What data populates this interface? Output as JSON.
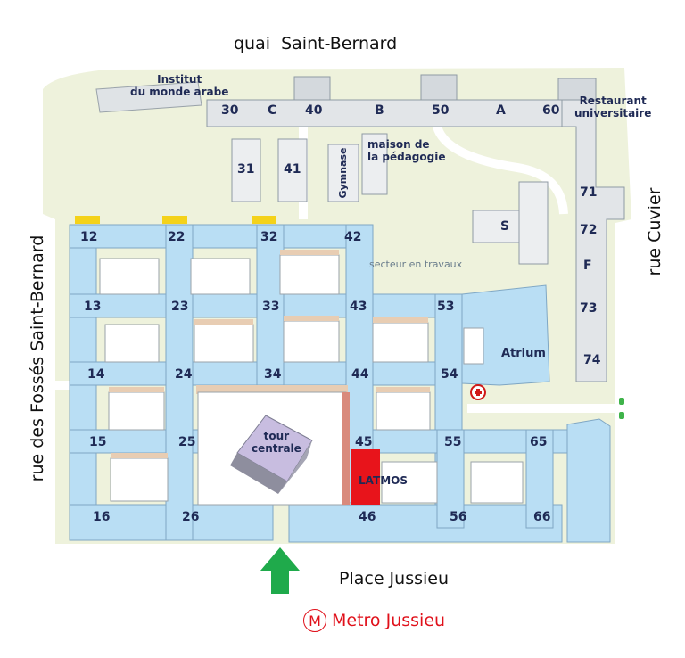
{
  "streets": {
    "north": "quai  Saint-Bernard",
    "west": "rue des Fossés Saint-Bernard",
    "east": "rue Cuvier"
  },
  "landmarks": {
    "institut": "Institut\ndu monde arabe",
    "restaurant": "Restaurant\nuniversitaire",
    "maison": "maison de\nla pédagogie",
    "gymnase": "Gymnase",
    "atrium": "Atrium",
    "tour": "tour\ncentrale",
    "latmos": "LATMOS",
    "travaux": "secteur en travaux",
    "s_building": "S"
  },
  "north_row_labels": [
    "30",
    "C",
    "40",
    "B",
    "50",
    "A",
    "60"
  ],
  "east_labels": [
    "71",
    "72",
    "F",
    "73",
    "74"
  ],
  "detached_labels": [
    "31",
    "41"
  ],
  "tower_labels": [
    "12",
    "22",
    "32",
    "42",
    "13",
    "23",
    "33",
    "43",
    "53",
    "14",
    "24",
    "34",
    "44",
    "54",
    "15",
    "25",
    "45",
    "55",
    "65",
    "16",
    "26",
    "46",
    "56",
    "66"
  ],
  "entrance": {
    "place": "Place Jussieu",
    "metro_symbol": "M",
    "metro": "Metro Jussieu"
  },
  "colors": {
    "ground": "#eef2dc",
    "building": "#b9def4",
    "latmos": "#e8141b",
    "tower": "#c8bde0",
    "arrow": "#1faa4b",
    "accent_yellow": "#f4d21a"
  }
}
